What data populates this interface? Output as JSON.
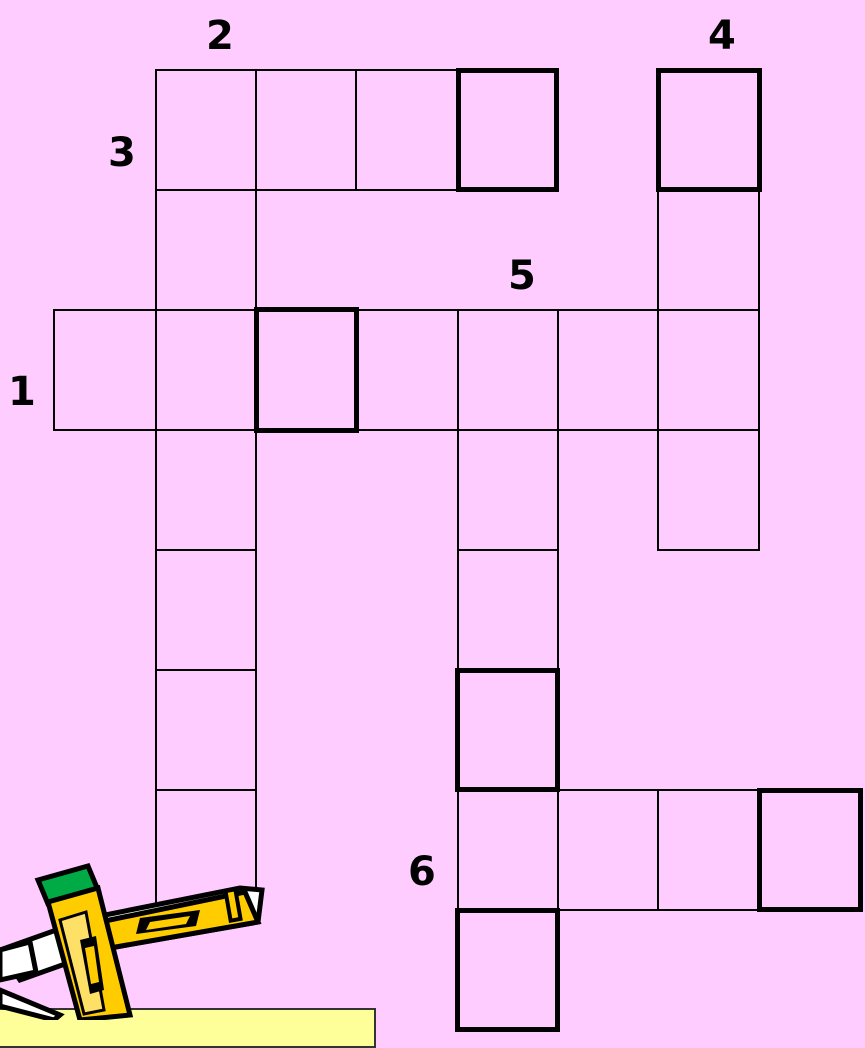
{
  "puzzle": {
    "type": "crossword",
    "clue_numbers": [
      "1",
      "2",
      "3",
      "4",
      "5",
      "6"
    ],
    "note_text": "",
    "colors": {
      "background": "#ffccff",
      "grid_line": "#000000",
      "note_background": "#ffff99",
      "pencil_yellow": "#ffcc00",
      "pencil_green": "#00aa44"
    },
    "clipart": "pencils-icon"
  }
}
